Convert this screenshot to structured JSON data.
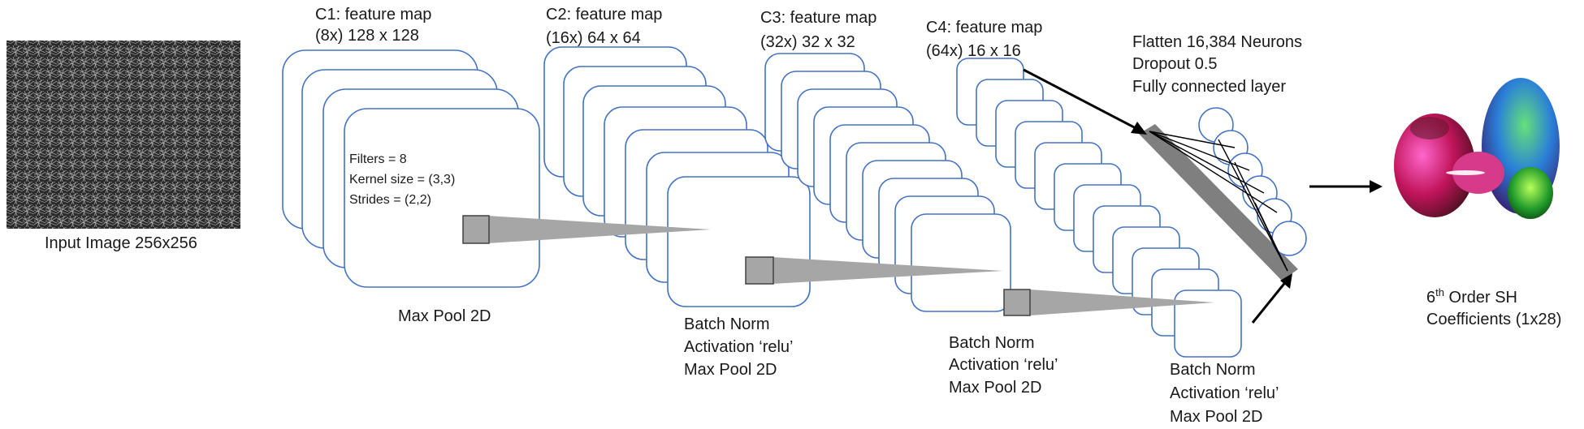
{
  "input": {
    "caption": "Input Image 256x256"
  },
  "layers": [
    {
      "title": "C1: feature map",
      "dims": "(8x) 128 x 128"
    },
    {
      "title": "C2: feature map",
      "dims": "(16x) 64 x 64"
    },
    {
      "title": "C3: feature map",
      "dims": "(32x) 32 x 32"
    },
    {
      "title": "C4: feature map",
      "dims": "(64x) 16 x 16"
    }
  ],
  "conv_params": {
    "filters": "Filters = 8",
    "kernel": "Kernel size = (3,3)",
    "strides": "Strides = (2,2)"
  },
  "ops": {
    "c1": [
      "Max Pool 2D"
    ],
    "c2": [
      "Batch Norm",
      "Activation ‘relu’",
      "Max Pool 2D"
    ],
    "c3": [
      "Batch Norm",
      "Activation ‘relu’",
      "Max Pool 2D"
    ],
    "c4": [
      "Batch Norm",
      "Activation ‘relu’",
      "Max Pool 2D"
    ]
  },
  "dense": {
    "line1": "Flatten 16,384 Neurons",
    "line2": "Dropout  0.5",
    "line3": "Fully connected layer"
  },
  "output": {
    "sup_base": "6",
    "sup_suffix": "th",
    "line1_rest": " Order SH",
    "line2": "Coefficients (1x28)"
  },
  "colors": {
    "map_stroke": "#4472c4",
    "projection": "#a6a6a6"
  },
  "icons": {
    "input": "noise-texture-image",
    "output": "spherical-harmonic-surface"
  }
}
